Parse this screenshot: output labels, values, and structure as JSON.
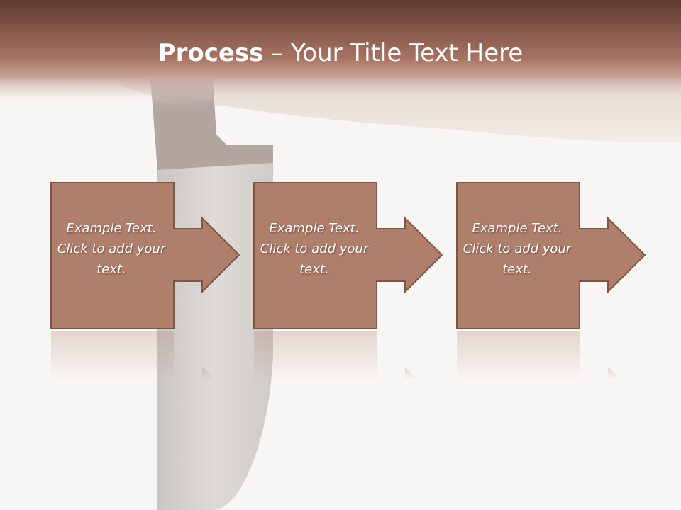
{
  "slide": {
    "title_bold": "Process",
    "title_separator": " – ",
    "title_rest": "Your Title Text Here"
  },
  "steps": [
    {
      "text": "Example Text. Click  to add your text."
    },
    {
      "text": "Example Text. Click  to add your text."
    },
    {
      "text": "Example Text. Click  to add your text."
    }
  ],
  "colors": {
    "header_top": "#5e3b2f",
    "header_bottom": "#a77363",
    "box_fill": "#b07f6c",
    "box_stroke": "#7e5547",
    "background": "#f8f6f4"
  }
}
